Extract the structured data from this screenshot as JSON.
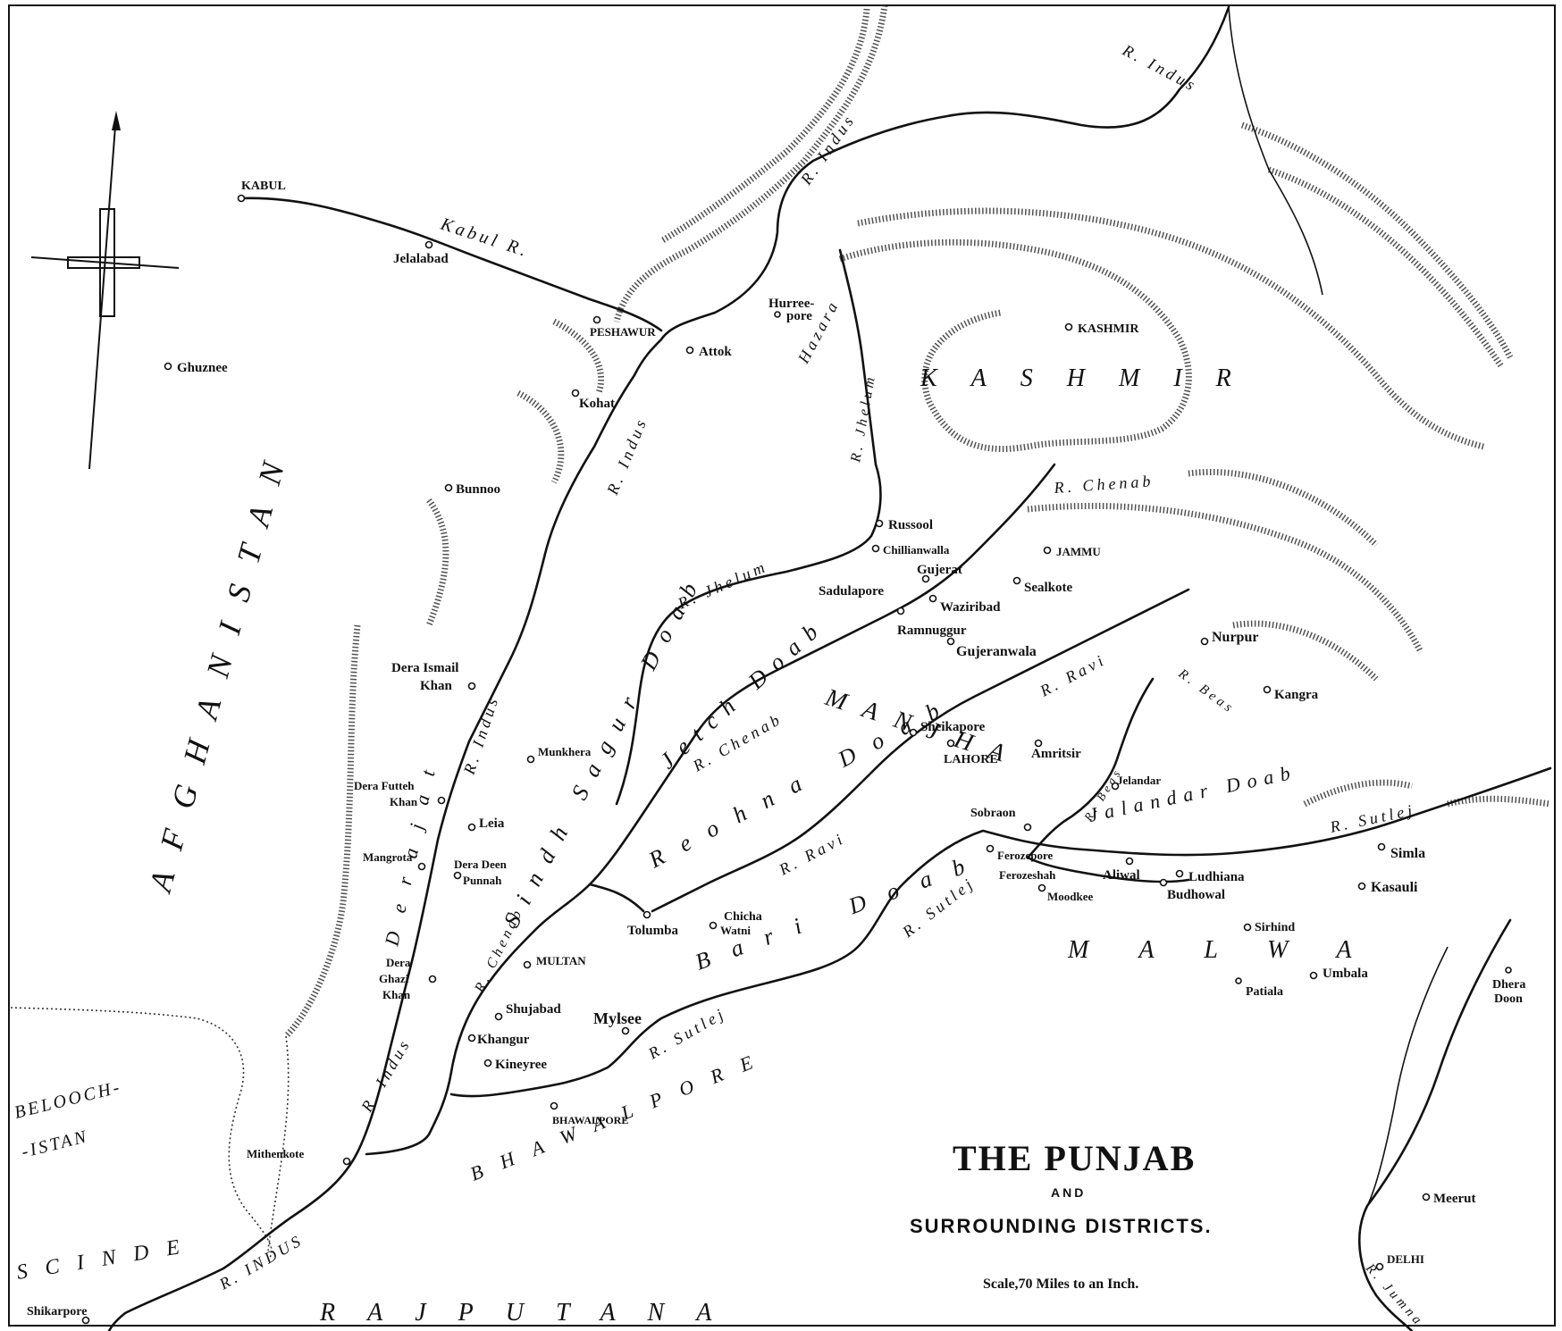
{
  "title": {
    "main": "THE PUNJAB",
    "and": "AND",
    "sub": "SURROUNDING DISTRICTS.",
    "scale": "Scale,70 Miles to an Inch."
  },
  "regions": {
    "afghanistan": "AFGHANISTAN",
    "kashmir": "KASHMIR",
    "manjha": "MANJHA",
    "malwa": "MALWA",
    "bhawalpore": "BHAWALPORE",
    "rajputana": "RAJPUTANA",
    "scinde": "SCINDE",
    "belooch1": "BELOOCH-",
    "belooch2": "-ISTAN",
    "derajat": "Derajat"
  },
  "doabs": {
    "sindh_sagur": "Sindh Sagur Doab",
    "jetch": "Jetch Doab",
    "reohna": "Reohna Doab",
    "bari": "Bari Doab",
    "jalandar": "Jalandar Doab"
  },
  "rivers": {
    "indus_n": "R. Indus",
    "indus_ne": "R. Indus",
    "indus_mid": "R. Indus",
    "indus_mid2": "R. Indus",
    "indus_low": "R. Indus",
    "indus_s": "R. INDUS",
    "kabul": "Kabul R.",
    "hazara": "Hazara",
    "jhelum_n": "R. Jhelum",
    "jhelum": "R. Jhelum",
    "chenab_n": "R. Chenab",
    "chenab": "R. Chenab",
    "chenab_s": "R. Chenab",
    "ravi_n": "R. Ravi",
    "ravi": "R. Ravi",
    "beas_n": "R. Beas",
    "beas": "R. Beas",
    "sutlej_e": "R. Sutlej",
    "sutlej_m": "R. Sutlej",
    "sutlej_s": "R. Sutlej",
    "jumna": "R. Jumna"
  },
  "towns": {
    "kabul": "KABUL",
    "jelalabad": "Jelalabad",
    "ghuznee": "Ghuznee",
    "peshawur": "PESHAWUR",
    "kohat": "Kohat",
    "attok": "Attok",
    "hurree1": "Hurree-",
    "hurree2": "pore",
    "kashmir": "KASHMIR",
    "bunnoo": "Bunnoo",
    "russool": "Russool",
    "chillianwalla": "Chillianwalla",
    "jammu": "JAMMU",
    "gujerat": "Gujerat",
    "sadulapore": "Sadulapore",
    "waziribad": "Waziribad",
    "sealkote": "Sealkote",
    "ramnuggur": "Ramnuggur",
    "gujeranwala": "Gujeranwala",
    "nurpur": "Nurpur",
    "kangra": "Kangra",
    "dera_ismail1": "Dera Ismail",
    "dera_ismail2": "Khan",
    "munkhera": "Munkhera",
    "sheikapore": "Sheikapore",
    "lahore": "LAHORE",
    "amritsir": "Amritsir",
    "jelandar": "Jelandar",
    "dera_futteh1": "Dera Futteh",
    "dera_futteh2": "Khan",
    "leia": "Leia",
    "sobraon": "Sobraon",
    "simla": "Simla",
    "mangrota": "Mangrota",
    "dera_deen1": "Dera Deen",
    "dera_deen2": "Punnah",
    "ferozepore": "Ferozepore",
    "ferozeshah": "Ferozeshah",
    "aliwal": "Aliwal",
    "ludhiana": "Ludhiana",
    "moodkee": "Moodkee",
    "budhowal": "Budhowal",
    "kasauli": "Kasauli",
    "tolumba": "Tolumba",
    "chicha1": "Chicha",
    "chicha2": "Watni",
    "sirhind": "Sirhind",
    "dera_ghazi1": "Dera",
    "dera_ghazi2": "Ghazi",
    "dera_ghazi3": "Khan",
    "multan": "MULTAN",
    "patiala": "Patiala",
    "umbala": "Umbala",
    "dhera1": "Dhera",
    "dhera2": "Doon",
    "shujabad": "Shujabad",
    "mylsee": "Mylsee",
    "khangur": "Khangur",
    "kineyree": "Kineyree",
    "bhawalpore": "BHAWALPORE",
    "mithenkote": "Mithenkote",
    "meerut": "Meerut",
    "delhi": "DELHI",
    "shikarpore": "Shikarpore"
  }
}
